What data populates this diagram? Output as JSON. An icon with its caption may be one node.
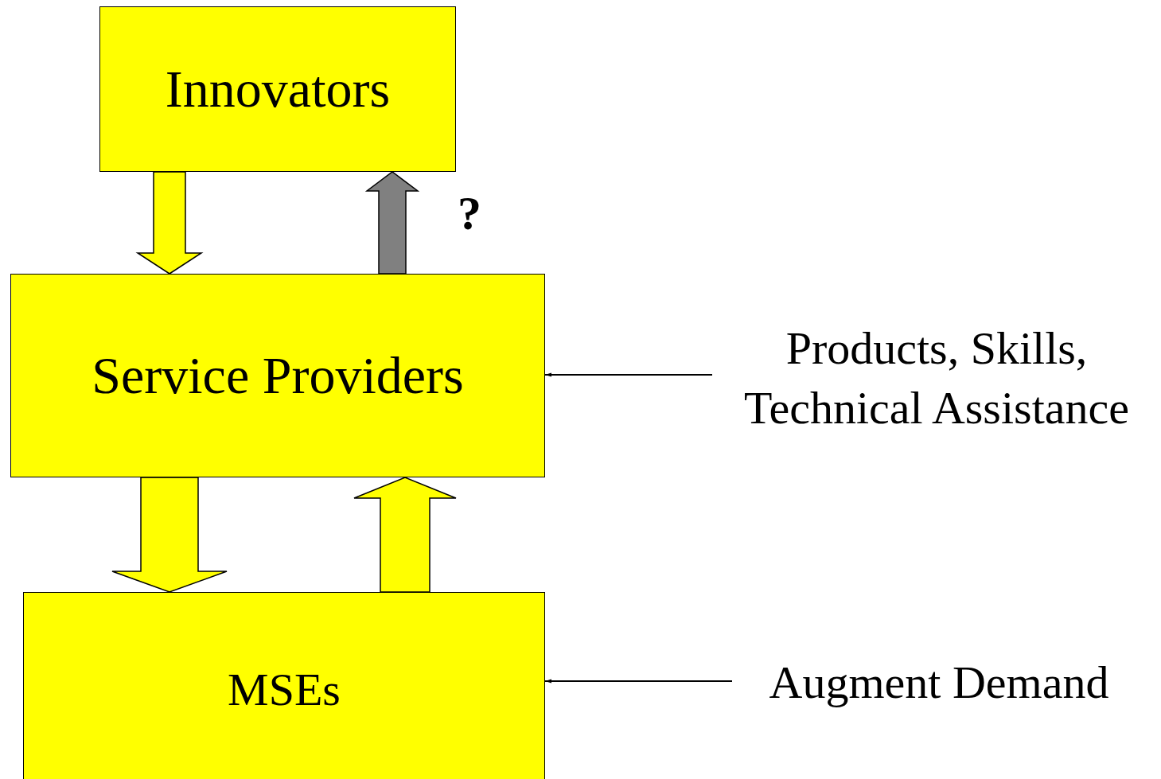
{
  "diagram": {
    "nodes": [
      {
        "text": [
          "Innovators"
        ]
      },
      {
        "text": [
          "Service Providers"
        ]
      },
      {
        "text": [
          "MSEs"
        ]
      },
      {
        "text": [
          "Products, Skills, Technical Assistance"
        ]
      },
      {
        "text": [
          "Augment Demand"
        ]
      }
    ],
    "edges": [
      {
        "from": 0,
        "to": 1,
        "arrow": "to",
        "style": "thick"
      },
      {
        "from": 1,
        "to": 0,
        "arrow": "to",
        "style": "thick",
        "color": "#808080",
        "label": "?"
      },
      {
        "from": 1,
        "to": 2,
        "arrow": "to",
        "style": "thick"
      },
      {
        "from": 2,
        "to": 1,
        "arrow": "to",
        "style": "thick"
      },
      {
        "from": 3,
        "to": 1,
        "arrow": "to"
      },
      {
        "from": 4,
        "to": 2,
        "arrow": "to"
      }
    ]
  }
}
